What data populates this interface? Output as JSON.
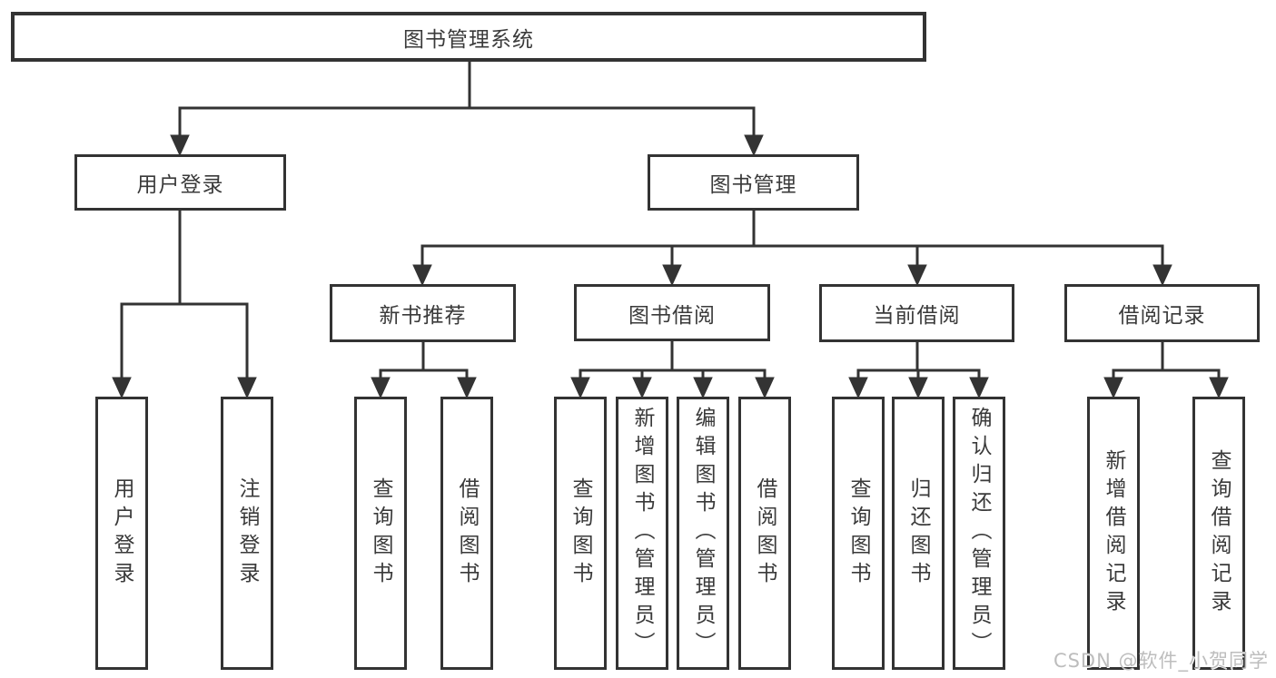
{
  "colors": {
    "background": "#ffffff",
    "line": "#333333",
    "text": "#3a3a3a",
    "watermark": "#bdbdbd"
  },
  "watermark": {
    "text": "CSDN @软件_小贺同学"
  },
  "tree": {
    "root": {
      "label": "图书管理系统"
    },
    "branches": [
      {
        "label": "用户登录",
        "children": [
          {
            "label": "用户登录"
          },
          {
            "label": "注销登录"
          }
        ]
      },
      {
        "label": "图书管理",
        "children": [
          {
            "label": "新书推荐",
            "children": [
              {
                "label": "查询图书"
              },
              {
                "label": "借阅图书"
              }
            ]
          },
          {
            "label": "图书借阅",
            "children": [
              {
                "label": "查询图书"
              },
              {
                "label": "新增图书（管理员）"
              },
              {
                "label": "编辑图书（管理员）"
              },
              {
                "label": "借阅图书"
              }
            ]
          },
          {
            "label": "当前借阅",
            "children": [
              {
                "label": "查询图书"
              },
              {
                "label": "归还图书"
              },
              {
                "label": "确认归还（管理员）"
              }
            ]
          },
          {
            "label": "借阅记录",
            "children": [
              {
                "label": "新增借阅记录"
              },
              {
                "label": "查询借阅记录"
              }
            ]
          }
        ]
      }
    ]
  }
}
